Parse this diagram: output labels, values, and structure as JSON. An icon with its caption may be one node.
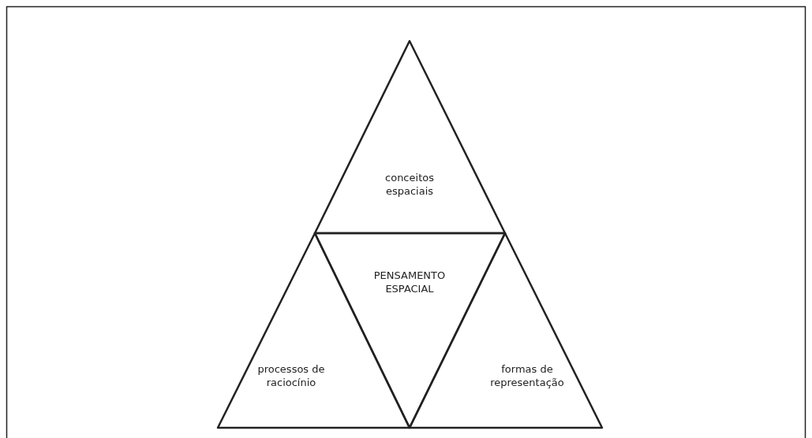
{
  "diagram": {
    "nodes": [
      {
        "text": [
          "conceitos espaciais"
        ]
      },
      {
        "text": [
          "PENSAMENTO ESPACIAL"
        ]
      },
      {
        "text": [
          "processos de raciocínio"
        ]
      },
      {
        "text": [
          "formas de representação"
        ]
      }
    ]
  }
}
